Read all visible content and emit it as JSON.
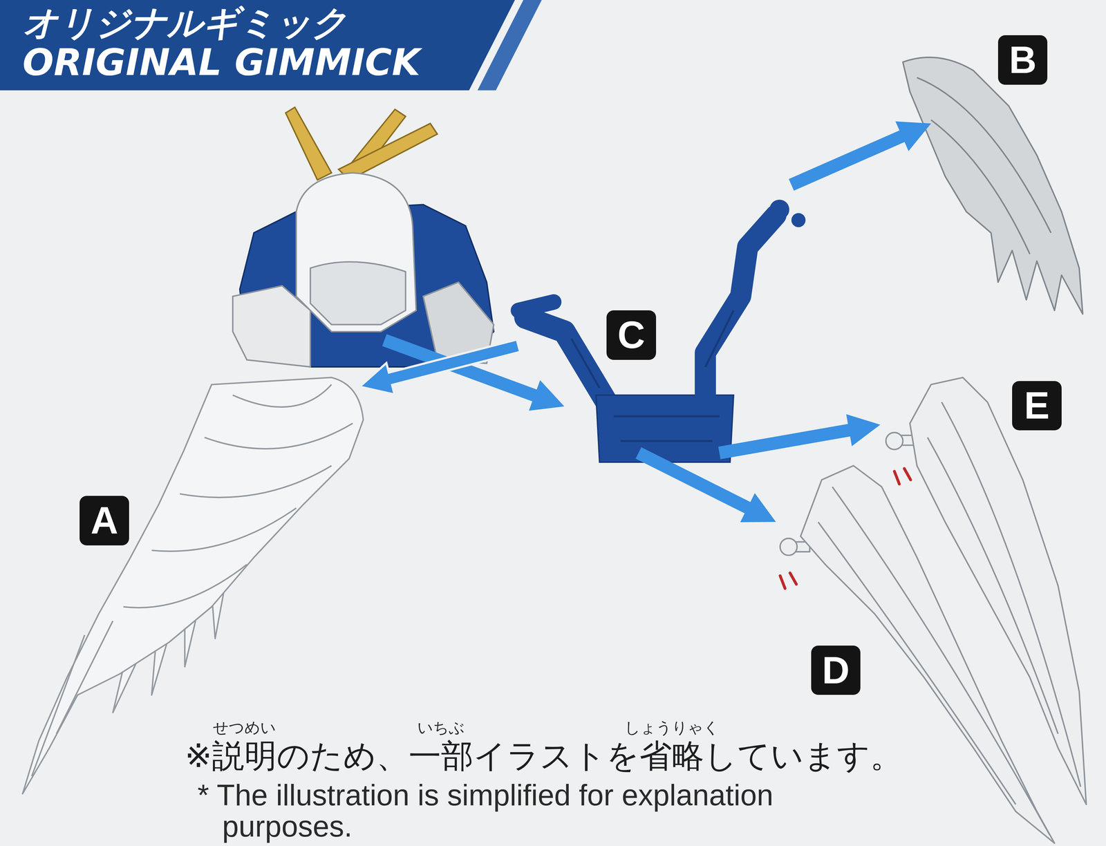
{
  "diagram": {
    "title": "オリジナルギミック",
    "caption": "※説明のため、一部イラストを省略しています。",
    "nodes": [
      {
        "text": [
          "A"
        ]
      },
      {
        "text": [
          "B"
        ]
      },
      {
        "text": [
          "C"
        ]
      },
      {
        "text": [
          "D"
        ]
      },
      {
        "text": [
          "E"
        ]
      }
    ],
    "edges": [
      {
        "from": 2,
        "to": 1,
        "arrow": "to"
      },
      {
        "from": 2,
        "to": 4,
        "arrow": "to"
      },
      {
        "from": 2,
        "to": 3,
        "arrow": "to"
      }
    ],
    "labels": [
      "ORIGINAL GIMMICK",
      "せつめい",
      "いちぶ",
      "しょうりゃく",
      "* The illustration is simplified for explanation purposes."
    ]
  }
}
